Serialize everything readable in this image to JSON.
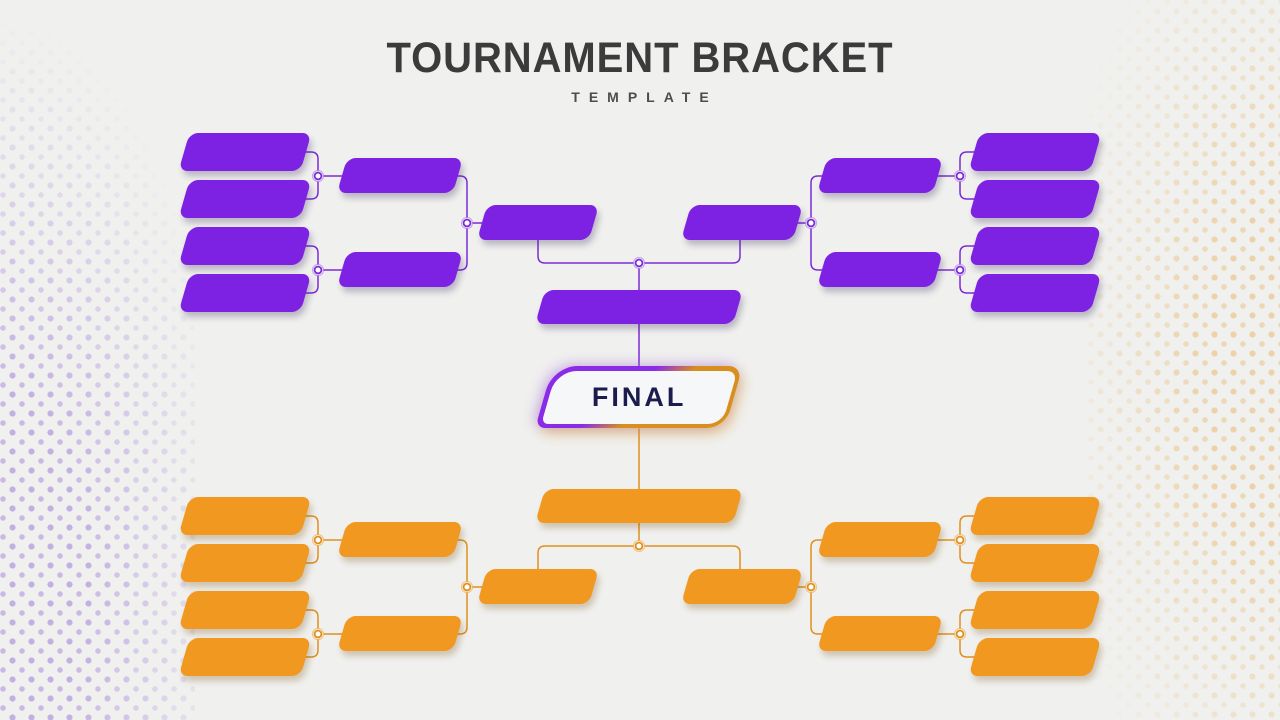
{
  "header": {
    "title": "TOURNAMENT BRACKET",
    "subtitle": "TEMPLATE"
  },
  "final": {
    "label": "FINAL"
  },
  "colors": {
    "purple": "#7D22E3",
    "orange": "#F0981F",
    "purple_line": "#7B2BD6",
    "orange_line": "#E08F1F",
    "bg": "#F0F0EE",
    "title_color": "#3B3B3B",
    "subtitle_color": "#4D4D4D",
    "final_text": "#1C1B4D",
    "final_fill": "#F6F7F9"
  },
  "bracket": {
    "total_teams": 16,
    "halves": [
      {
        "name": "top",
        "accent_color": "#7D22E3",
        "round1_slots": 8,
        "round2_slots": 4,
        "semifinal_slots": 2,
        "finalist_slots": 1
      },
      {
        "name": "bottom",
        "accent_color": "#F0981F",
        "round1_slots": 8,
        "round2_slots": 4,
        "semifinal_slots": 2,
        "finalist_slots": 1
      }
    ]
  }
}
